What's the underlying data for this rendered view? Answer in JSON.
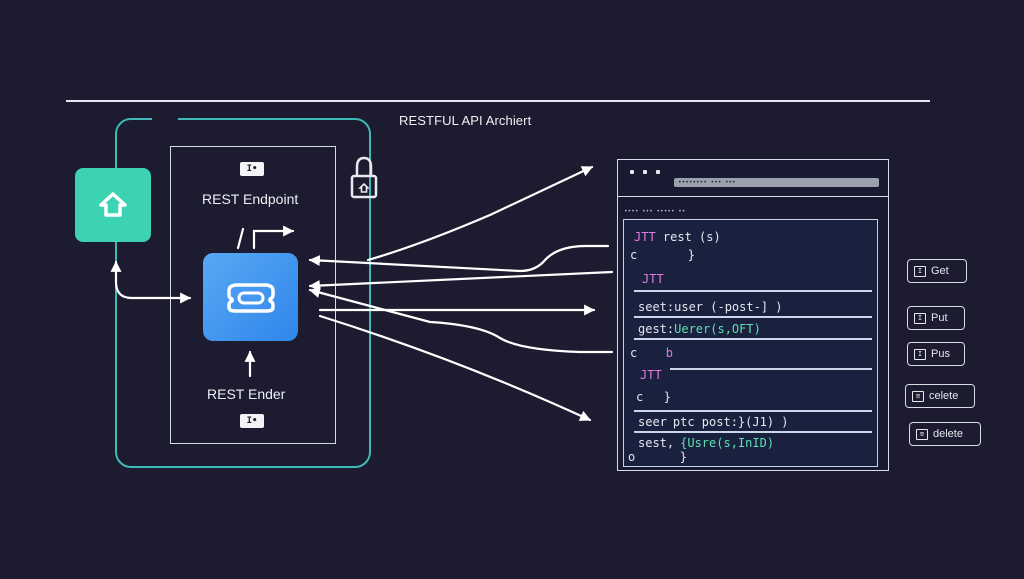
{
  "diagram": {
    "title": "RESTFUL API Archiert",
    "left_box": {
      "top_tag": "I•",
      "top_label": "REST Endpoint",
      "bottom_label": "REST Ender",
      "bottom_tag": "I•"
    },
    "browser": {
      "url_text": "•••••••• ••• •••",
      "breadcrumb": "•••• ••• ••••• ••",
      "lines": [
        {
          "a": "JTT ",
          "b": "rest (s)"
        },
        {
          "a": "c  ",
          "b": "}"
        },
        {
          "a": "JTT",
          "b": ""
        },
        {
          "a": "seet:",
          "b": "user (-post-] )"
        },
        {
          "a": "gest:",
          "b": "Uerer(s,OFT)"
        },
        {
          "a": "c  ",
          "b": "b"
        },
        {
          "a": "JTT",
          "b": ""
        },
        {
          "a": "c  ",
          "b": "}"
        },
        {
          "a": "seer",
          "b": "ptc post:}(J1) )"
        },
        {
          "a": "sest,",
          "b": "{Usre(s,InID)"
        },
        {
          "a": "o  ",
          "b": "}"
        }
      ]
    },
    "buttons": [
      {
        "icon": "I",
        "label": "Get"
      },
      {
        "icon": "I",
        "label": "Put"
      },
      {
        "icon": "I",
        "label": "Pus"
      },
      {
        "icon": "≡",
        "label": "celete"
      },
      {
        "icon": "≡",
        "label": "delete"
      }
    ]
  },
  "colors": {
    "background": "#1c1b2f",
    "frame_teal": "#3fb8b8",
    "home_tile": "#3dd2b1",
    "center_tile": "#3a95ef",
    "code_pink": "#e17ae0",
    "code_green": "#5fe0b2"
  }
}
